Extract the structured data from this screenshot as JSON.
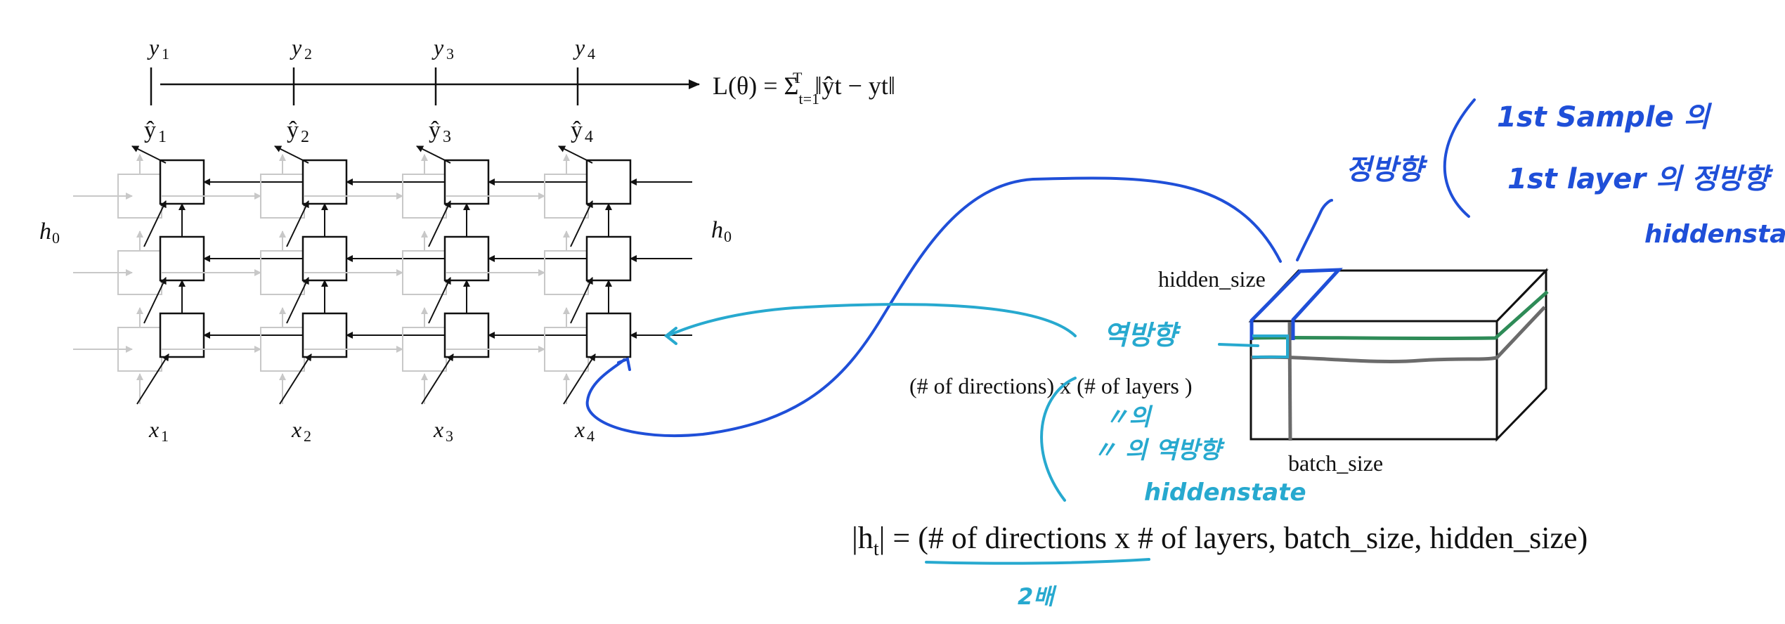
{
  "rnn": {
    "y_labels": [
      "y1",
      "y2",
      "y3",
      "y4"
    ],
    "yhat_labels": [
      "ŷ1",
      "ŷ2",
      "ŷ3",
      "ŷ4"
    ],
    "x_labels": [
      "x1",
      "x2",
      "x3",
      "x4"
    ],
    "h0_left": "h0",
    "h0_right": "h0",
    "loss_prefix": "L(θ) = Σ",
    "loss_sup": "T",
    "loss_sub": "t=1",
    "loss_body": "‖ŷt − yt‖"
  },
  "tensor": {
    "hidden_size_label": "hidden_size",
    "batch_size_label": "batch_size",
    "directions_layers_label": "(# of directions) x (# of layers )"
  },
  "formula": {
    "left": "|h",
    "sub": "t",
    "right": "| = (# of directions x # of layers, batch_size, hidden_size)"
  },
  "annotations": {
    "forward": "정방향",
    "sample_line1": "1st  Sample 의",
    "sample_line2": "1st  layer 의  정방향",
    "sample_line3": "hiddenstate",
    "backward": "역방향",
    "ditto1": "〃의",
    "ditto2": "〃 의  역방향",
    "hidden_state_cyan": "hiddenstate",
    "times_two": "2배"
  },
  "colors": {
    "blue": "#1f4fd8",
    "cyan": "#27a9cf",
    "green": "#2e8b57",
    "gray": "#6b6b6b",
    "ghost": "#c8c8c8"
  }
}
